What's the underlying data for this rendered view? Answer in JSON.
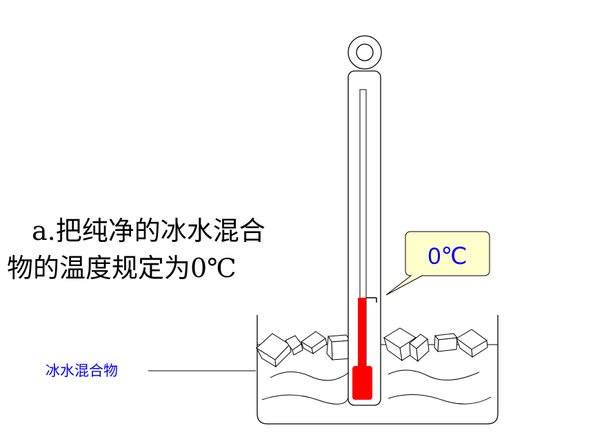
{
  "statement": {
    "line1": "a.把纯净的冰水混合",
    "line2": "物的温度规定为0℃"
  },
  "mixture_label": "冰水混合物",
  "callout": {
    "text": "0℃"
  },
  "colors": {
    "mercury": "#ff0000",
    "callout_fill": "#ffffcc",
    "label_blue": "#0000ff",
    "callout_text": "#0000ff",
    "outline": "#000000"
  }
}
